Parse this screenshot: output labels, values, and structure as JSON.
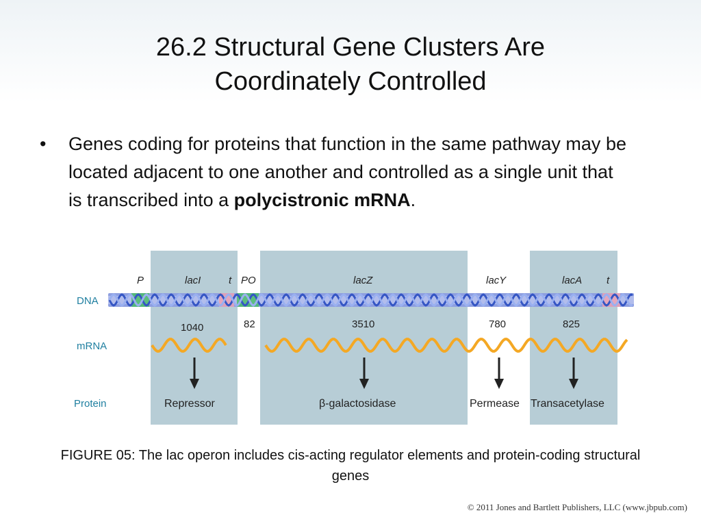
{
  "slide": {
    "title_line1": "26.2  Structural Gene Clusters Are",
    "title_line2": "Coordinately Controlled",
    "bullet_marker": "•",
    "bullet_text_before": "Genes coding for proteins that function in the same pathway may be located adjacent to one another and controlled as a single unit that is transcribed into a ",
    "bullet_bold": "polycistronic mRNA",
    "bullet_text_after": ".",
    "caption": "FIGURE 05: The lac operon includes cis-acting regulator elements and protein-coding structural genes",
    "copyright": "© 2011 Jones and Bartlett Publishers, LLC (www.jbpub.com)"
  },
  "diagram": {
    "row_labels": {
      "dna": "DNA",
      "mrna": "mRNA",
      "protein": "Protein"
    },
    "element_labels": {
      "P": "P",
      "lacI": "lacI",
      "t1": "t",
      "PO": "PO",
      "lacZ": "lacZ",
      "lacY": "lacY",
      "lacA": "lacA",
      "t2": "t"
    },
    "lengths": {
      "lacI": "1040",
      "PO": "82",
      "lacZ": "3510",
      "lacY": "780",
      "lacA": "825"
    },
    "proteins": {
      "repressor": "Repressor",
      "galactosidase": "β-galactosidase",
      "permease": "Permease",
      "transacetylase": "Transacetylase"
    },
    "colors": {
      "gene_panel": "#b7cdd6",
      "row_label": "#1f7fa0",
      "dna_backbone": "#7e8fd6",
      "dna_strand": "#4b6ad0",
      "mrna": "#f4a824",
      "promoter": "#3fbf5a",
      "terminator": "#f0a0b0"
    }
  }
}
